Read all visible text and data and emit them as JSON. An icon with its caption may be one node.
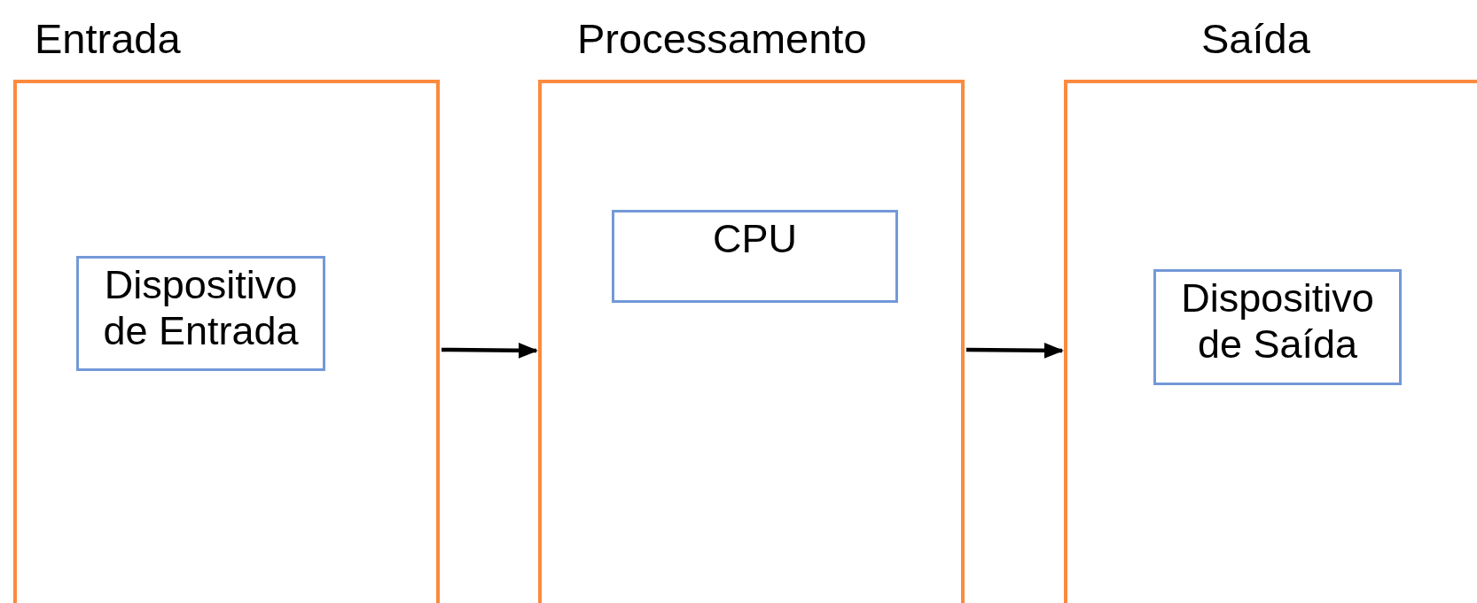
{
  "diagram": {
    "nodes": [
      {
        "text": [
          "Entrada"
        ]
      },
      {
        "text": [
          "Dispositivo de Entrada"
        ],
        "in": 0
      },
      {
        "text": [
          "Processamento"
        ]
      },
      {
        "text": [
          "CPU"
        ],
        "in": 2
      },
      {
        "text": [
          "Saída"
        ]
      },
      {
        "text": [
          "Dispositivo de Saída"
        ],
        "in": 4
      }
    ],
    "edges": [
      {
        "from": 0,
        "to": 2,
        "arrow": "to"
      },
      {
        "from": 2,
        "to": 4,
        "arrow": "to"
      }
    ]
  }
}
